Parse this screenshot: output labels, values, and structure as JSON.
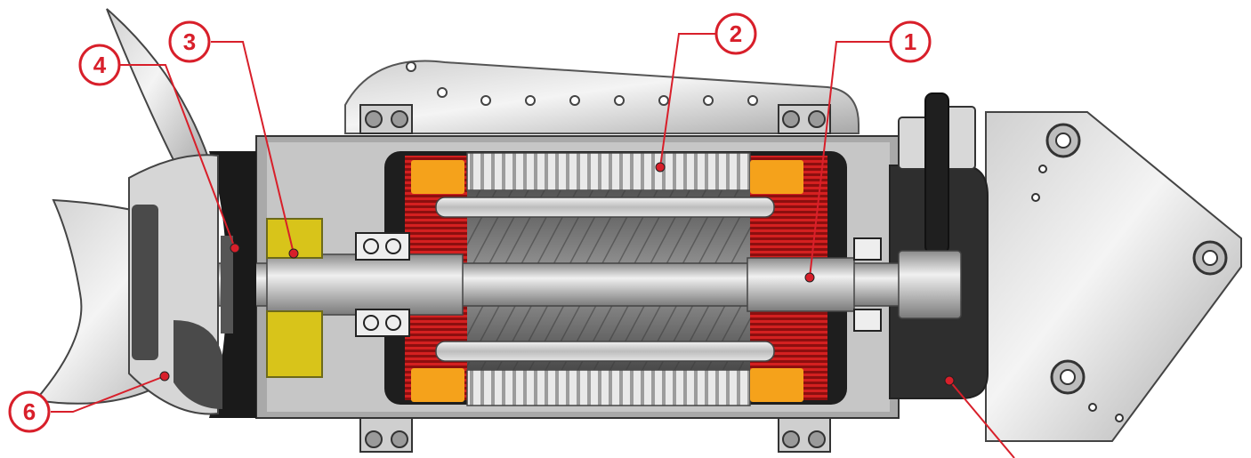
{
  "diagram": {
    "colors": {
      "callout": "#d81f2a",
      "steel_light": "#e6e6e6",
      "steel_mid": "#b8b8b8",
      "steel_dark": "#5a5a5a",
      "housing_dark": "#3a3a3a",
      "copper": "#c01818",
      "insulation": "#f5a21b",
      "seal": "#d8c41a",
      "background": "#ffffff"
    },
    "callouts": [
      {
        "id": "1",
        "label": "1",
        "part": "shaft"
      },
      {
        "id": "2",
        "label": "2",
        "part": "stator"
      },
      {
        "id": "3",
        "label": "3",
        "part": "mechanical-seal"
      },
      {
        "id": "4",
        "label": "4",
        "part": "lip-seal"
      },
      {
        "id": "6",
        "label": "6",
        "part": "propeller"
      },
      {
        "id": "5",
        "label": "",
        "part": "housing"
      }
    ]
  }
}
